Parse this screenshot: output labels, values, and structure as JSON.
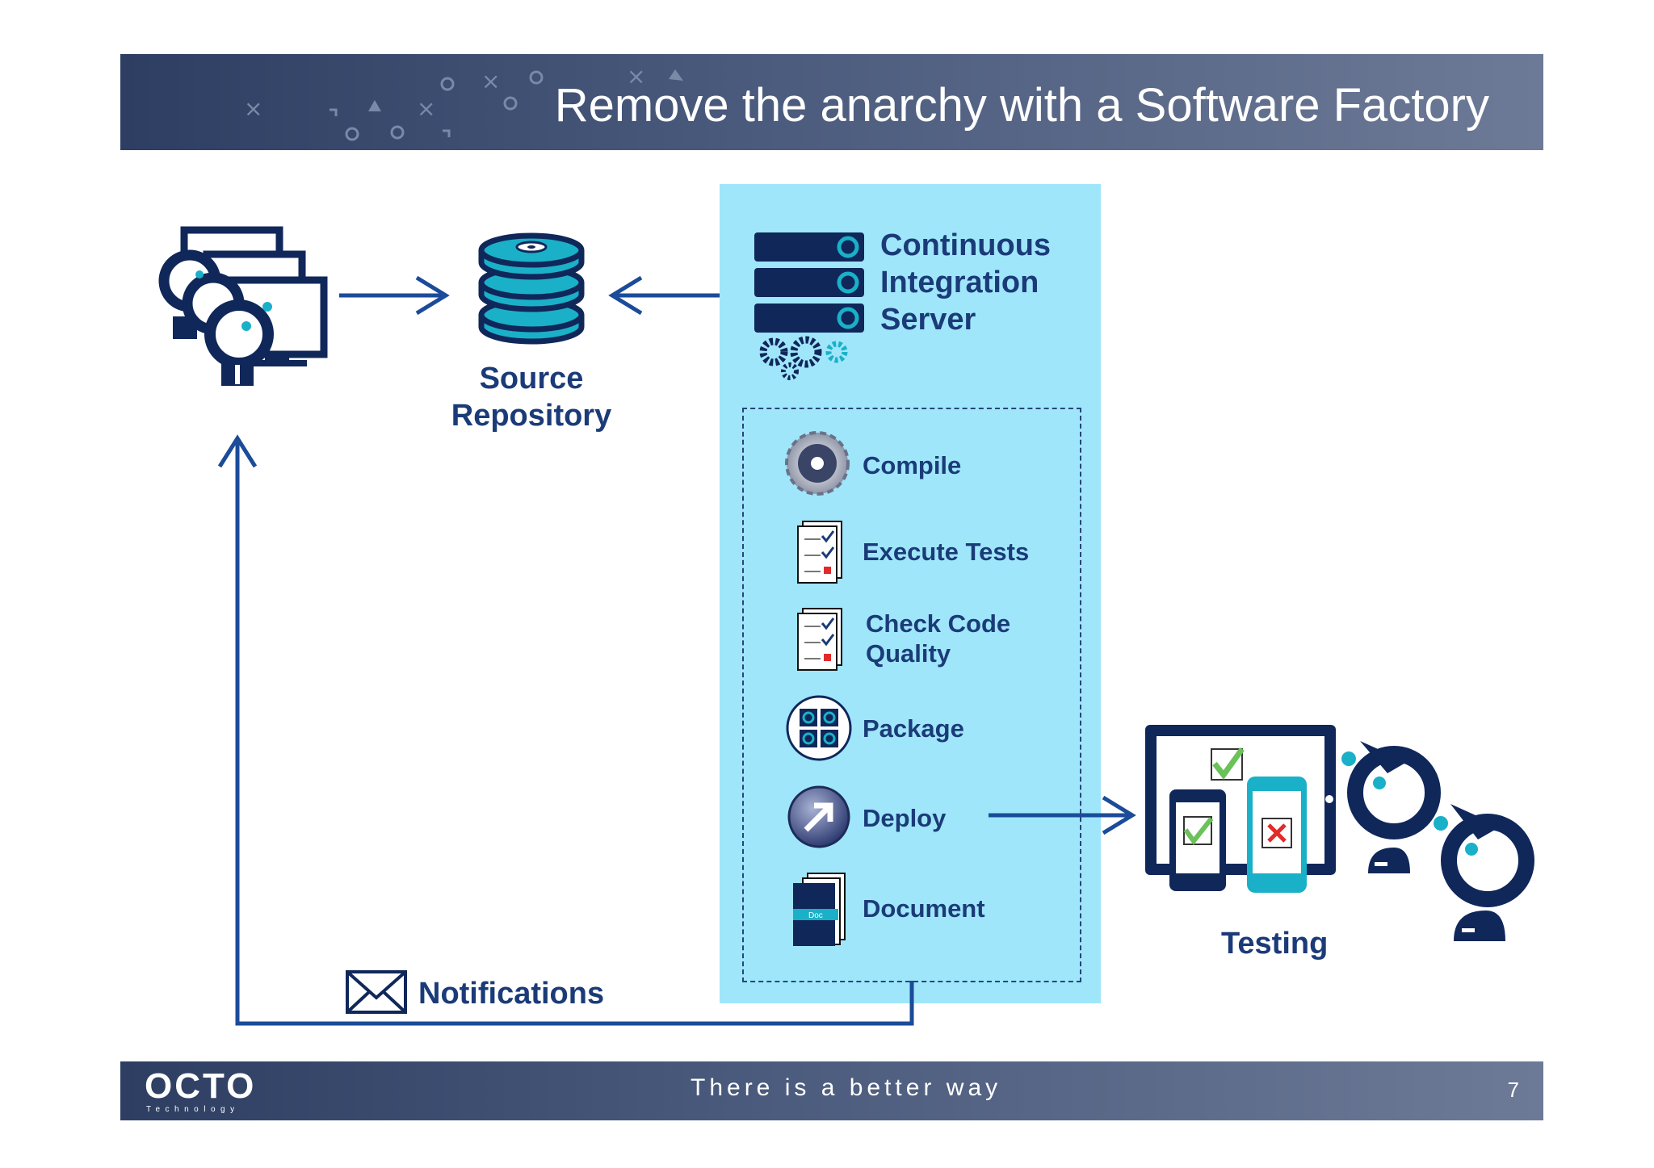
{
  "header": {
    "title": "Remove the anarchy with a Software Factory"
  },
  "diagram": {
    "source_repository": "Source\nRepository",
    "ci_server": "Continuous\nIntegration\nServer",
    "steps": [
      {
        "label": "Compile",
        "icon": "gear-icon"
      },
      {
        "label": "Execute Tests",
        "icon": "checklist-icon"
      },
      {
        "label": "Check Code\nQuality",
        "icon": "checklist-icon"
      },
      {
        "label": "Package",
        "icon": "package-icon"
      },
      {
        "label": "Deploy",
        "icon": "deploy-arrow-icon"
      },
      {
        "label": "Document",
        "icon": "document-icon"
      }
    ],
    "testing": "Testing",
    "notifications": "Notifications",
    "doc_icon_text": "Doc"
  },
  "footer": {
    "brand": "OCTO",
    "brand_sub": "Technology",
    "tagline": "There is a better way",
    "page_number": "7"
  },
  "colors": {
    "navy": "#1b3b78",
    "dark_navy": "#10275a",
    "teal": "#1ab0c8",
    "panel": "#9fe6fb"
  }
}
